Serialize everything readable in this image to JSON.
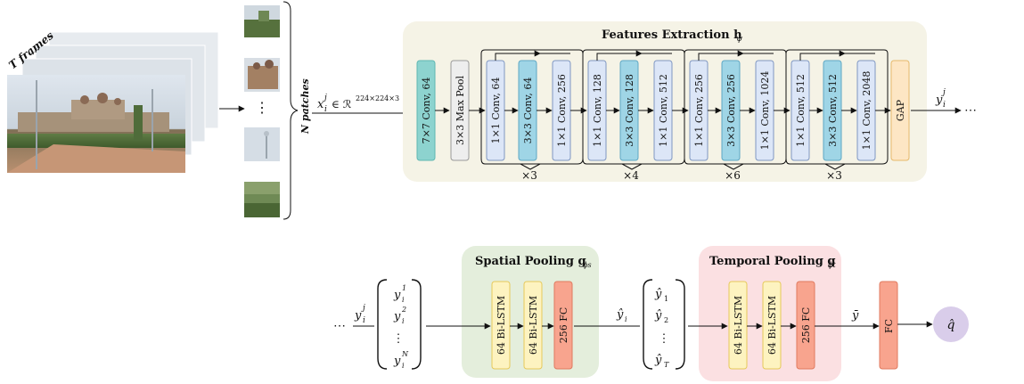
{
  "input": {
    "frames_label": "T frames",
    "patches_label": "N patches",
    "patch_dots": "⋮",
    "input_symbol": "x",
    "input_sup": "j",
    "input_sub": "i",
    "input_space": "∈ ℛ",
    "input_dims": "224×224×3"
  },
  "features": {
    "title": "Features Extraction h",
    "title_sub": "ψ",
    "stem": [
      "7×7 Conv, 64",
      "3×3 Max Pool"
    ],
    "stages": [
      {
        "blocks": [
          "1×1 Conv, 64",
          "3×3 Conv, 64",
          "1×1 Conv, 256"
        ],
        "repeat": "×3"
      },
      {
        "blocks": [
          "1×1 Conv, 128",
          "3×3 Conv, 128",
          "1×1 Conv, 512"
        ],
        "repeat": "×4"
      },
      {
        "blocks": [
          "1×1 Conv, 256",
          "3×3 Conv, 256",
          "1×1 Conv, 1024"
        ],
        "repeat": "×6"
      },
      {
        "blocks": [
          "1×1 Conv, 512",
          "3×3 Conv, 512",
          "1×1 Conv, 2048"
        ],
        "repeat": "×3"
      }
    ],
    "gap": "GAP",
    "output_symbol": "y",
    "output_sup": "j",
    "output_sub": "i",
    "ellipsis": "⋯"
  },
  "pooling": {
    "lead_ellipsis": "⋯",
    "vector_in": [
      "y",
      "y",
      "⋮",
      "y"
    ],
    "vector_in_sups": [
      "1",
      "2",
      "",
      "N"
    ],
    "spatial_title": "Spatial Pooling g",
    "spatial_sub": "ϕs",
    "spatial_blocks": [
      "64 Bi-LSTM",
      "64 Bi-LSTM",
      "256 FC"
    ],
    "spatial_out": "ŷ",
    "spatial_out_sub": "i",
    "vector_mid": [
      "ŷ",
      "ŷ",
      "⋮",
      "ŷ"
    ],
    "vector_mid_subs": [
      "1",
      "2",
      "",
      "T"
    ],
    "temporal_title": "Temporal Pooling g",
    "temporal_sub": "ϕt",
    "temporal_blocks": [
      "64 Bi-LSTM",
      "64 Bi-LSTM",
      "256 FC"
    ],
    "temporal_out": "ȳ",
    "fc": "FC",
    "final": "q̂"
  },
  "colors": {
    "features_bg": "#f5f3e6",
    "spatial_bg": "#e4eedc",
    "temporal_bg": "#fbe0e2",
    "teal": "#8dd3cf",
    "gray": "#eeeeee",
    "blue_light": "#dce6f7",
    "blue_mid": "#9fd5e6",
    "gap": "#fde6c4",
    "lstm": "#fdf3c0",
    "fc": "#f8a48e",
    "final": "#d9cdea"
  }
}
